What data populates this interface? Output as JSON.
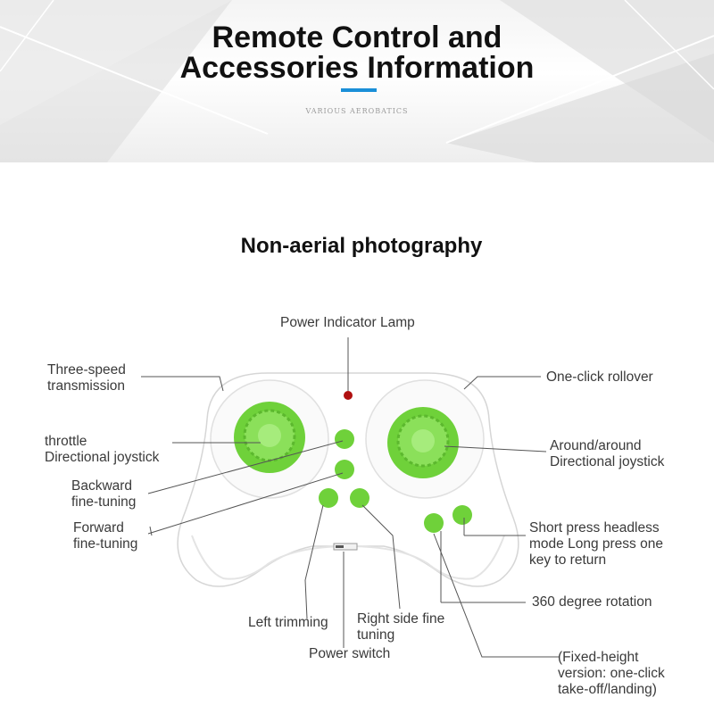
{
  "banner": {
    "title_line1": "Remote Control and",
    "title_line2": "Accessories Information",
    "tagline": "VARIOUS AEROBATICS",
    "accent_color": "#1a8fd8"
  },
  "subtitle": "Non-aerial photography",
  "controller": {
    "body_color": "#ffffff",
    "button_color": "#6fd13a",
    "indicator_color": "#b01010"
  },
  "labels": {
    "power_indicator": "Power Indicator Lamp",
    "three_speed": "Three-speed\ntransmission",
    "one_click_rollover": "One-click rollover",
    "throttle_joystick": "throttle\nDirectional joystick",
    "around_joystick": "Around/around\nDirectional joystick",
    "backward_tuning": "Backward\nfine-tuning",
    "forward_tuning": "Forward\nfine-tuning",
    "headless_mode": "Short press headless\nmode Long press one\nkey to return",
    "rotation_360": "360 degree rotation",
    "left_trimming": "Left trimming",
    "right_side_tuning": "Right side fine\ntuning",
    "power_switch": "Power switch",
    "fixed_height": "(Fixed-height\nversion: one-click\ntake-off/landing)"
  }
}
